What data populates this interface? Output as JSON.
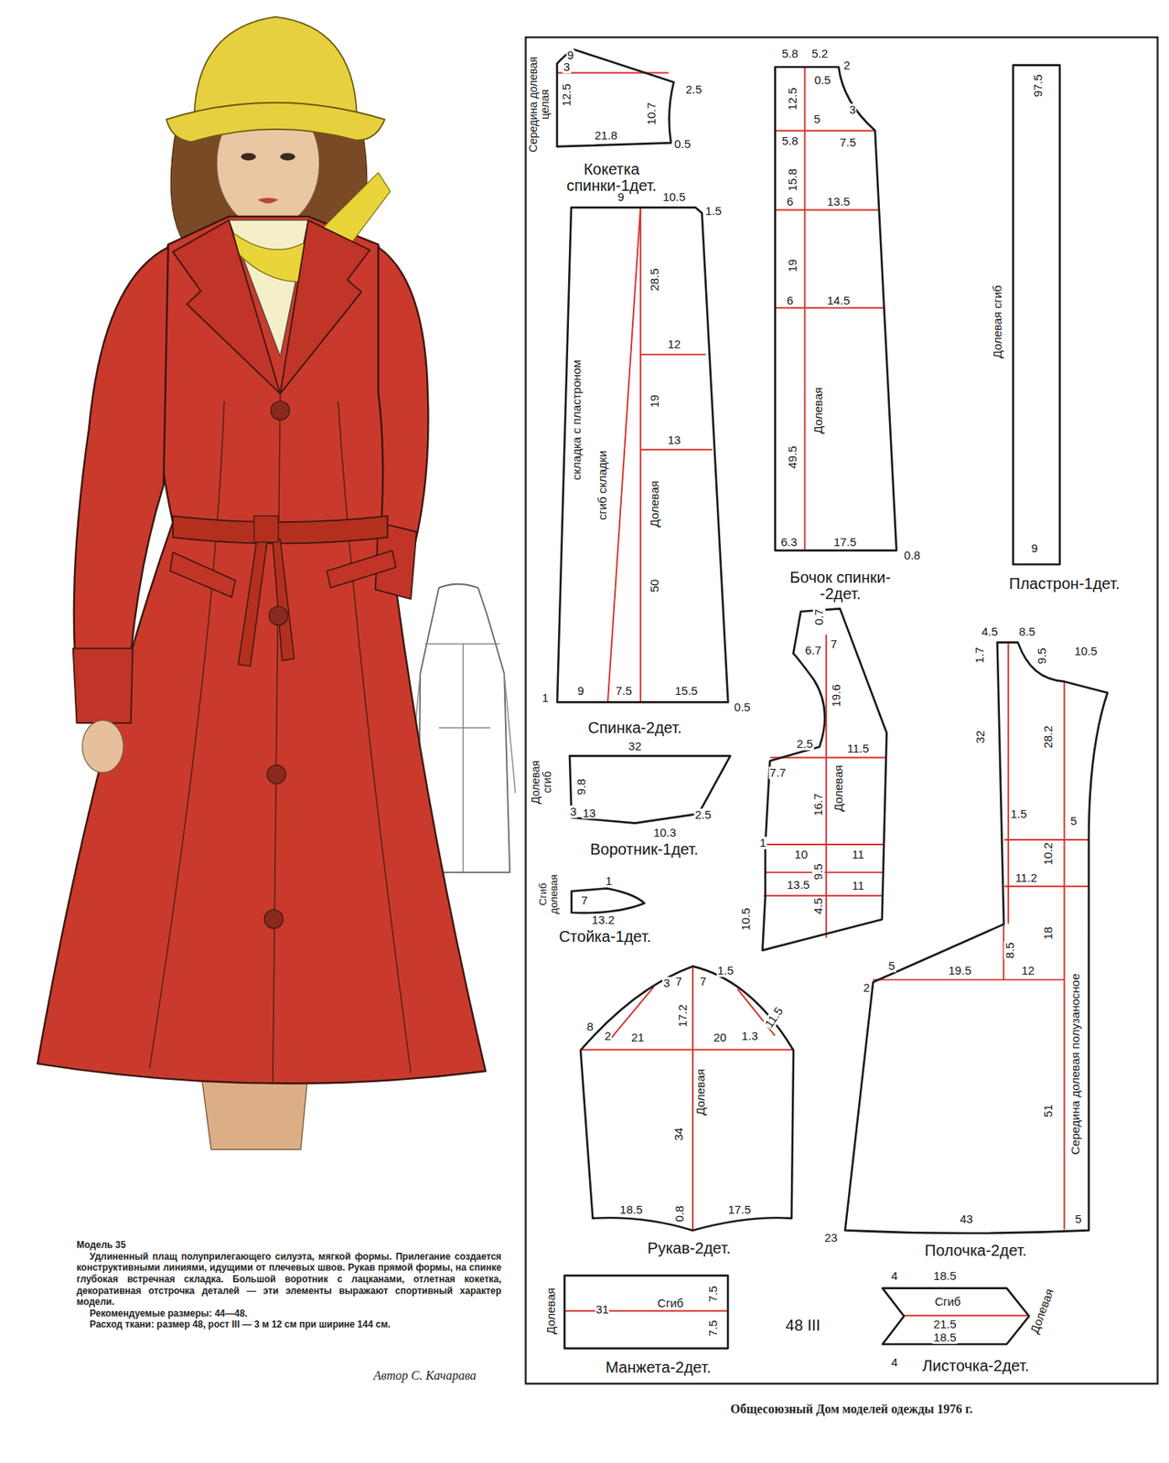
{
  "diagram": {
    "title": "Модель 35",
    "caption": "Общесоюзный Дом моделей одежды 1976 г.",
    "nodes": [
      {
        "text": [
          "Кокетка спинки-1дет."
        ]
      },
      {
        "text": [
          "складка с пластроном",
          "сгиб складки",
          "Долевая",
          "Спинка-2дет."
        ]
      },
      {
        "text": [
          "Долевая",
          "Бочок спинки- -2дет."
        ]
      },
      {
        "text": [
          "Пластрон-1дет."
        ]
      },
      {
        "text": [
          "Воротник-1дет."
        ]
      },
      {
        "text": [
          "Стойка-1дет."
        ]
      },
      {
        "text": [
          "Долевая"
        ]
      },
      {
        "text": [
          "Середина долевая полузаносное",
          "Полочка-2дет."
        ]
      },
      {
        "text": [
          "Долевая",
          "Рукав-2дет."
        ]
      },
      {
        "text": [
          "Сгиб",
          "Манжета-2дет."
        ]
      },
      {
        "text": [
          "Сгиб",
          "Листочка-2дет."
        ]
      }
    ],
    "labels": [
      "Середина долевая целая",
      "9",
      "3",
      "12.5",
      "21.8",
      "10.7",
      "2.5",
      "0.5",
      "9",
      "10.5",
      "1.5",
      "28.5",
      "12",
      "19",
      "13",
      "50",
      "1",
      "9",
      "7.5",
      "15.5",
      "0.5",
      "5.8",
      "5.2",
      "2",
      "0.5",
      "12.5",
      "5",
      "3",
      "5.8",
      "7.5",
      "15.8",
      "6",
      "13.5",
      "19",
      "6",
      "14.5",
      "49.5",
      "6.3",
      "17.5",
      "0.8",
      "Долевая сгиб",
      "97.5",
      "9",
      "32",
      "Долевая сгиб",
      "9.8",
      "3",
      "13",
      "10.3",
      "2.5",
      "1",
      "7",
      "13.2",
      "Сгиб долевая",
      "0.7",
      "6.7",
      "7",
      "19.6",
      "2.5",
      "11.5",
      "7.7",
      "16.7",
      "1",
      "10",
      "11",
      "9.5",
      "13.5",
      "11",
      "4.5",
      "10.5",
      "4.5",
      "1.7",
      "8.5",
      "9.5",
      "10.5",
      "32",
      "28.2",
      "1.5",
      "5",
      "10.2",
      "11.2",
      "18",
      "8.5",
      "12",
      "5",
      "19.5",
      "2",
      "51",
      "43",
      "23",
      "5",
      "1.5",
      "3",
      "7",
      "7",
      "8",
      "2",
      "21",
      "17.2",
      "20",
      "1.3",
      "11.5",
      "34",
      "18.5",
      "0.8",
      "17.5",
      "Долевая",
      "31",
      "7.5",
      "7.5",
      "4",
      "18.5",
      "21.5",
      "18.5",
      "4",
      "Долевая",
      "48 III",
      "Удлиненный плащ полуприлегающего силуэта, мягкой формы. Прилегание создается конструктивными линиями, идущими от плечевых швов. Рукав прямой формы, на спинке глубокая встречная складка. Большой воротник с лацканами, отлетная кокетка, декоративная отстрочка деталей — эти элементы выражают спортивный характер модели.",
      "Рекомендуемые размеры: 44—48.",
      "Расход ткани: размер 48, рост III — 3 м 12 см при ширине 144 см.",
      "Автор С. Качарава"
    ]
  }
}
